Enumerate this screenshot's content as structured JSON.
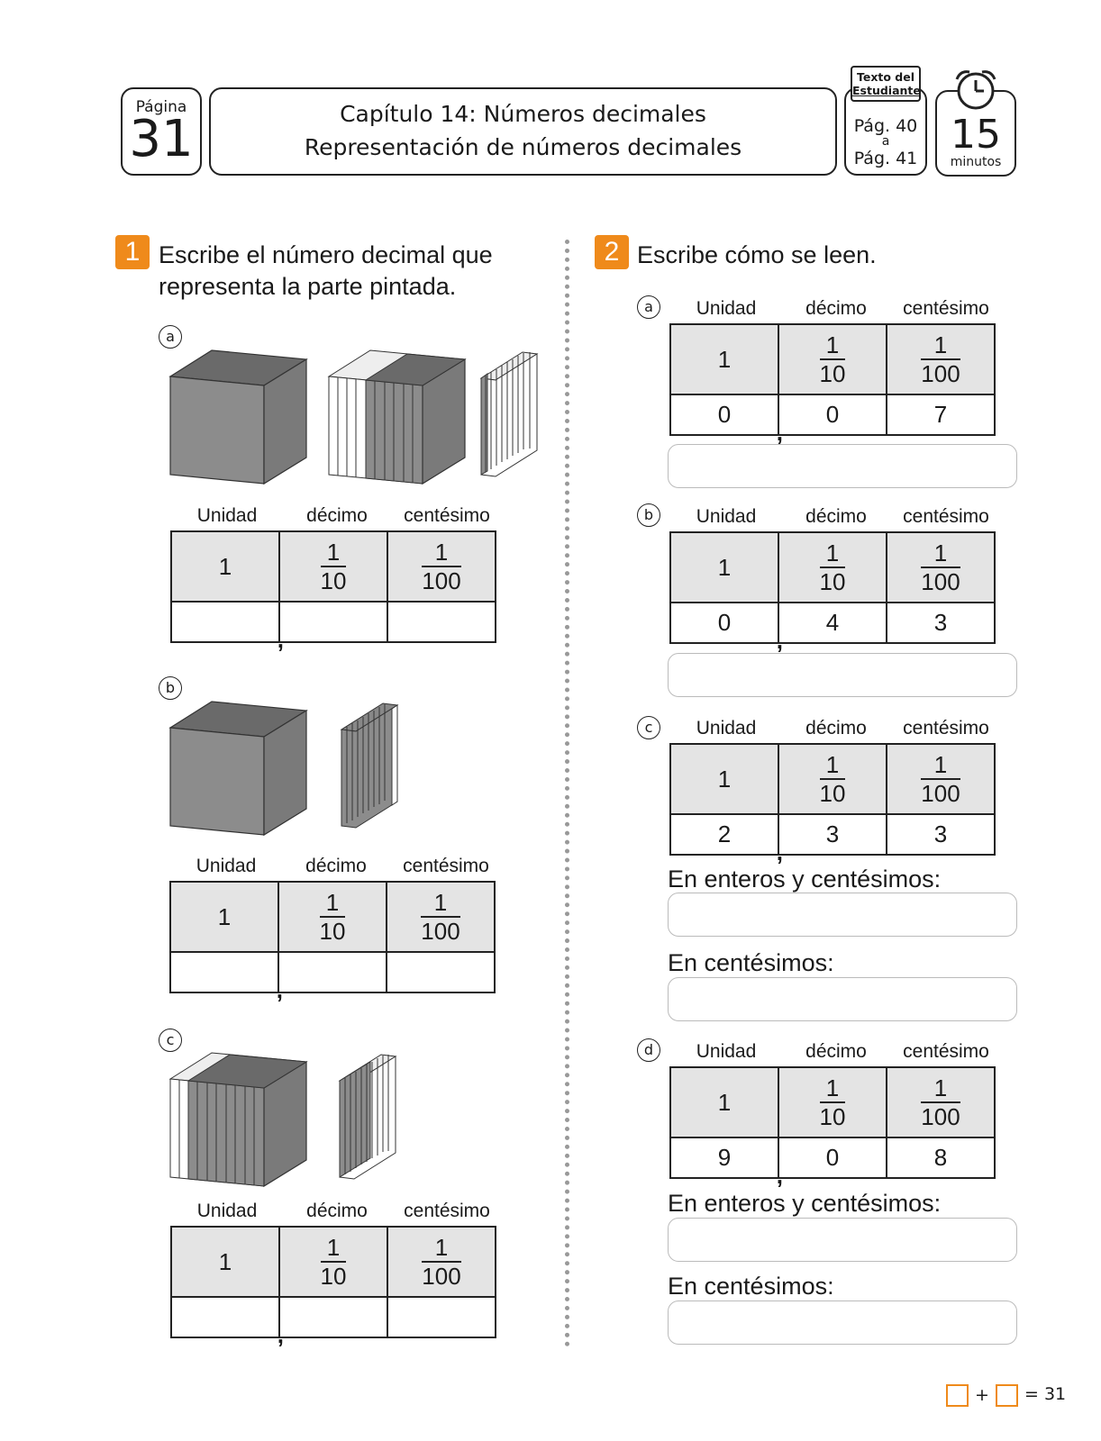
{
  "header": {
    "pagina_label": "Página",
    "pagina_num": "31",
    "chapter": "Capítulo 14: Números decimales",
    "subtitle": "Representación de números decimales",
    "texto_line1": "Texto del",
    "texto_line2": "Estudiante",
    "pag_from": "Pág. 40",
    "pag_a": "a",
    "pag_to": "Pág. 41",
    "minutes": "15",
    "minutes_label": "minutos",
    "clock_icon": "alarm-clock-icon",
    "book_icon": "book-icon"
  },
  "columns": {
    "unidad": "Unidad",
    "decimo": "décimo",
    "centesimo": "centésimo",
    "one": "1",
    "ten": "10",
    "hundred": "100",
    "comma": ","
  },
  "ex1": {
    "num": "1",
    "line1": "Escribe el número decimal que",
    "line2": "representa la parte pintada.",
    "items": [
      {
        "letter": "a"
      },
      {
        "letter": "b"
      },
      {
        "letter": "c"
      }
    ]
  },
  "ex2": {
    "num": "2",
    "instruction": "Escribe cómo se leen.",
    "items": [
      {
        "letter": "a",
        "unidad": "0",
        "decimo": "0",
        "centesimo": "7"
      },
      {
        "letter": "b",
        "unidad": "0",
        "decimo": "4",
        "centesimo": "3"
      },
      {
        "letter": "c",
        "unidad": "2",
        "decimo": "3",
        "centesimo": "3"
      },
      {
        "letter": "d",
        "unidad": "9",
        "decimo": "0",
        "centesimo": "8"
      }
    ],
    "enteros_label": "En enteros y centésimos:",
    "centesimos_label": "En centésimos:"
  },
  "footer": {
    "plus": "+",
    "equals": "= 31"
  },
  "colors": {
    "accent": "#ef8a1b",
    "cube_front": "#8c8c8c",
    "cube_top": "#6a6a6a",
    "cube_side": "#7a7a7a",
    "cell_fill": "#e4e4e4"
  }
}
